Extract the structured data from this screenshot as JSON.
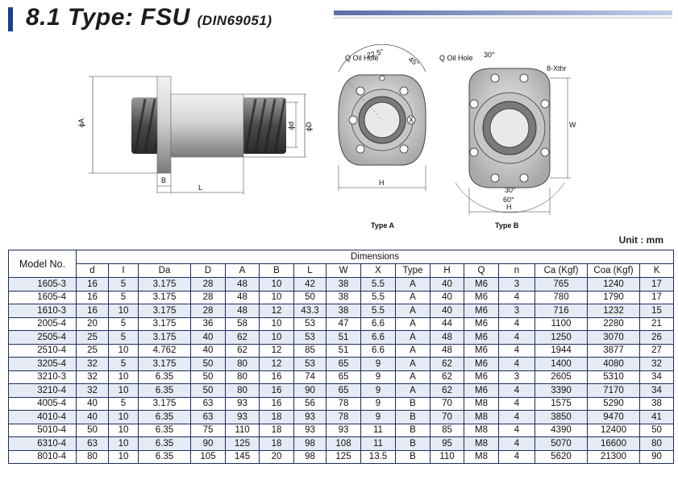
{
  "header": {
    "title": "8.1 Type: FSU",
    "subtitle": "(DIN69051)"
  },
  "drawings": {
    "side_view": {
      "labels": [
        "ϕA",
        "ϕd",
        "ϕD",
        "B",
        "L"
      ]
    },
    "type_a": {
      "caption": "Type A",
      "labels": [
        "Q Oil Hole",
        "22.5°",
        "45°",
        "H",
        "X"
      ]
    },
    "type_b": {
      "caption": "Type B",
      "labels": [
        "Q Oil Hole",
        "30°",
        "8-Xthr",
        "W",
        "30°",
        "60°",
        "H"
      ]
    }
  },
  "unit_label": "Unit : mm",
  "colors": {
    "accent": "#1a3f8f",
    "row_tint": "#e6eaf4",
    "border": "#1c2c60"
  },
  "table": {
    "model_header": "Model No.",
    "group_header": "Dimensions",
    "columns": [
      "d",
      "I",
      "Da",
      "D",
      "A",
      "B",
      "L",
      "W",
      "X",
      "Type",
      "H",
      "Q",
      "n",
      "Ca (Kgf)",
      "Coa (Kgf)",
      "K"
    ],
    "rows": [
      [
        "1605-3",
        "16",
        "5",
        "3.175",
        "28",
        "48",
        "10",
        "42",
        "38",
        "5.5",
        "A",
        "40",
        "M6",
        "3",
        "765",
        "1240",
        "17"
      ],
      [
        "1605-4",
        "16",
        "5",
        "3.175",
        "28",
        "48",
        "10",
        "50",
        "38",
        "5.5",
        "A",
        "40",
        "M6",
        "4",
        "780",
        "1790",
        "17"
      ],
      [
        "1610-3",
        "16",
        "10",
        "3.175",
        "28",
        "48",
        "12",
        "43.3",
        "38",
        "5.5",
        "A",
        "40",
        "M6",
        "3",
        "716",
        "1232",
        "15"
      ],
      [
        "2005-4",
        "20",
        "5",
        "3.175",
        "36",
        "58",
        "10",
        "53",
        "47",
        "6.6",
        "A",
        "44",
        "M6",
        "4",
        "1100",
        "2280",
        "21"
      ],
      [
        "2505-4",
        "25",
        "5",
        "3.175",
        "40",
        "62",
        "10",
        "53",
        "51",
        "6.6",
        "A",
        "48",
        "M6",
        "4",
        "1250",
        "3070",
        "26"
      ],
      [
        "2510-4",
        "25",
        "10",
        "4.762",
        "40",
        "62",
        "12",
        "85",
        "51",
        "6.6",
        "A",
        "48",
        "M6",
        "4",
        "1944",
        "3877",
        "27"
      ],
      [
        "3205-4",
        "32",
        "5",
        "3.175",
        "50",
        "80",
        "12",
        "53",
        "65",
        "9",
        "A",
        "62",
        "M6",
        "4",
        "1400",
        "4080",
        "32"
      ],
      [
        "3210-3",
        "32",
        "10",
        "6.35",
        "50",
        "80",
        "16",
        "74",
        "65",
        "9",
        "A",
        "62",
        "M6",
        "3",
        "2605",
        "5310",
        "34"
      ],
      [
        "3210-4",
        "32",
        "10",
        "6.35",
        "50",
        "80",
        "16",
        "90",
        "65",
        "9",
        "A",
        "62",
        "M6",
        "4",
        "3390",
        "7170",
        "34"
      ],
      [
        "4005-4",
        "40",
        "5",
        "3.175",
        "63",
        "93",
        "16",
        "56",
        "78",
        "9",
        "B",
        "70",
        "M8",
        "4",
        "1575",
        "5290",
        "38"
      ],
      [
        "4010-4",
        "40",
        "10",
        "6.35",
        "63",
        "93",
        "18",
        "93",
        "78",
        "9",
        "B",
        "70",
        "M8",
        "4",
        "3850",
        "9470",
        "41"
      ],
      [
        "5010-4",
        "50",
        "10",
        "6.35",
        "75",
        "110",
        "18",
        "93",
        "93",
        "11",
        "B",
        "85",
        "M8",
        "4",
        "4390",
        "12400",
        "50"
      ],
      [
        "6310-4",
        "63",
        "10",
        "6.35",
        "90",
        "125",
        "18",
        "98",
        "108",
        "11",
        "B",
        "95",
        "M8",
        "4",
        "5070",
        "16600",
        "80"
      ],
      [
        "8010-4",
        "80",
        "10",
        "6.35",
        "105",
        "145",
        "20",
        "98",
        "125",
        "13.5",
        "B",
        "110",
        "M8",
        "4",
        "5620",
        "21300",
        "90"
      ]
    ]
  }
}
